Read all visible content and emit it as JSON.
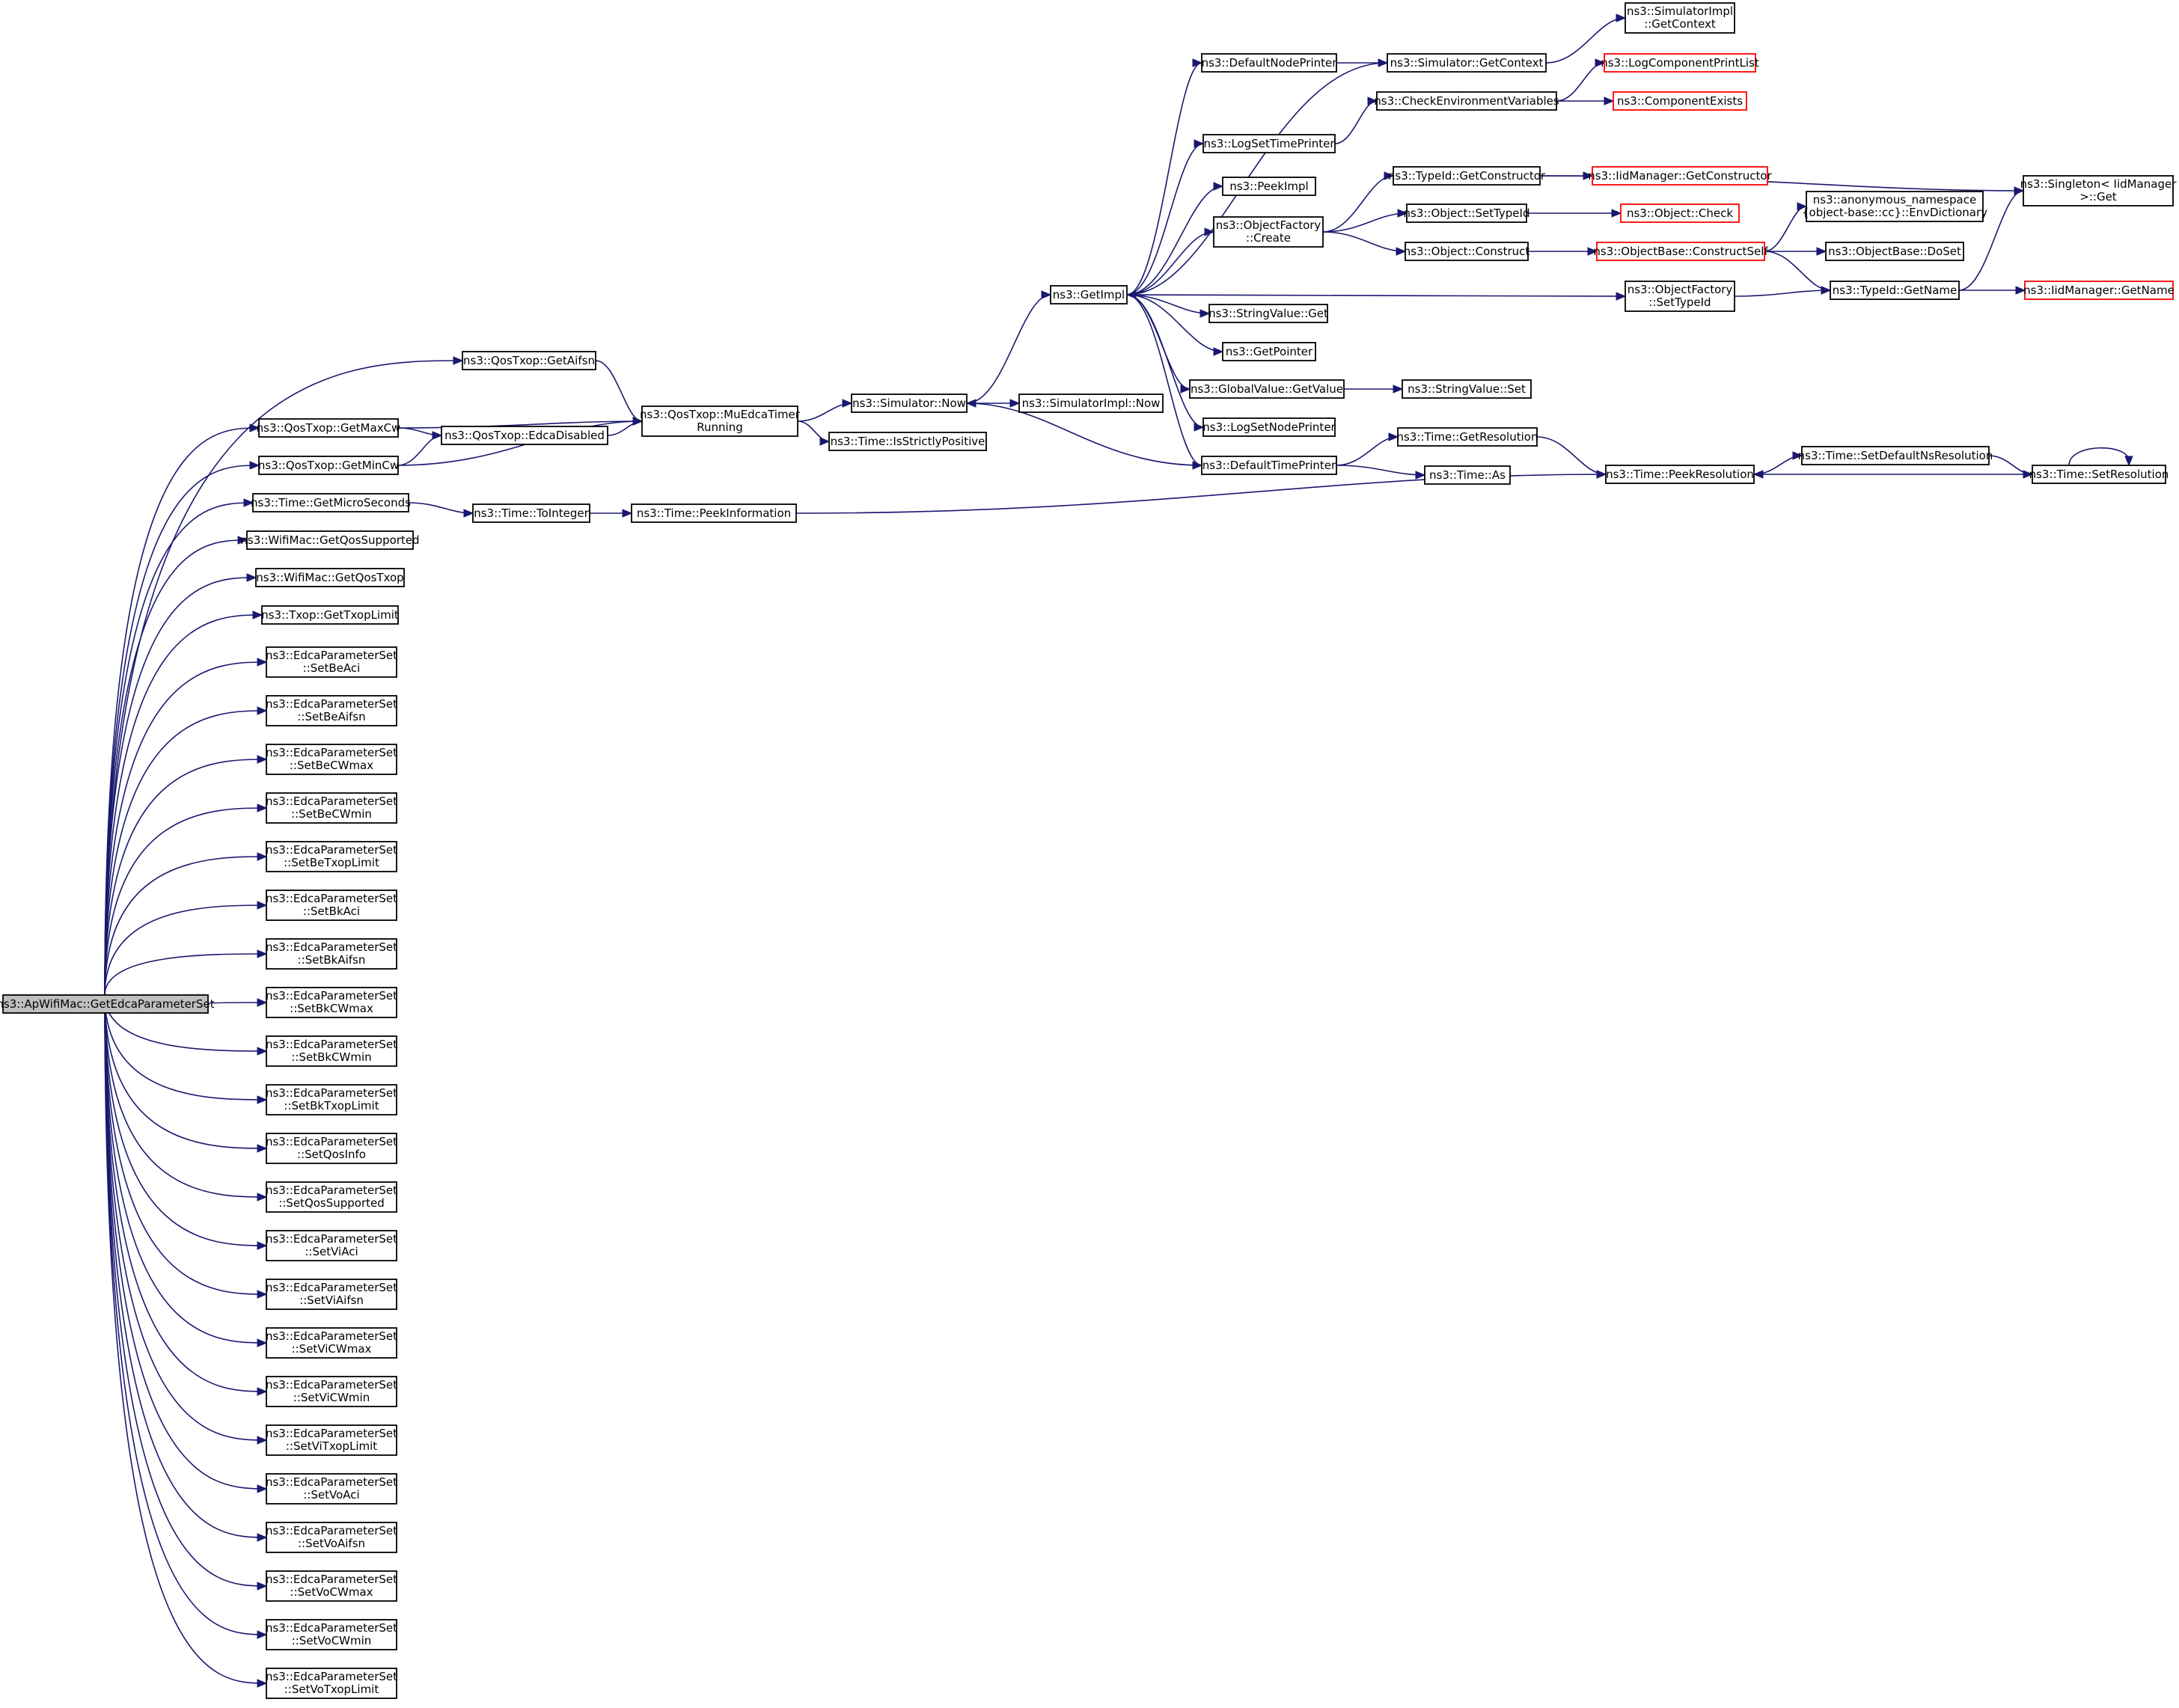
{
  "colors": {
    "edge": "#191970",
    "box_border": "#000000",
    "box_border_external": "#ff0000",
    "root_fill": "#bfbfbf"
  },
  "nodes": {
    "root": {
      "lines": [
        "ns3::ApWifiMac::GetEdcaParameterSet"
      ],
      "style": "root"
    },
    "getAifsn": {
      "lines": [
        "ns3::QosTxop::GetAifsn"
      ]
    },
    "getMaxCw": {
      "lines": [
        "ns3::QosTxop::GetMaxCw"
      ]
    },
    "getMinCw": {
      "lines": [
        "ns3::QosTxop::GetMinCw"
      ]
    },
    "edcaDisabled": {
      "lines": [
        "ns3::QosTxop::EdcaDisabled"
      ]
    },
    "muEdca": {
      "lines": [
        "ns3::QosTxop::MuEdcaTimer",
        "Running"
      ]
    },
    "getMicro": {
      "lines": [
        "ns3::Time::GetMicroSeconds"
      ]
    },
    "toInteger": {
      "lines": [
        "ns3::Time::ToInteger"
      ]
    },
    "peekInfo": {
      "lines": [
        "ns3::Time::PeekInformation"
      ]
    },
    "getQosSupported": {
      "lines": [
        "ns3::WifiMac::GetQosSupported"
      ]
    },
    "getQosTxop": {
      "lines": [
        "ns3::WifiMac::GetQosTxop"
      ]
    },
    "getTxopLimit": {
      "lines": [
        "ns3::Txop::GetTxopLimit"
      ]
    },
    "setBeAci": {
      "lines": [
        "ns3::EdcaParameterSet",
        "::SetBeAci"
      ]
    },
    "setBeAifsn": {
      "lines": [
        "ns3::EdcaParameterSet",
        "::SetBeAifsn"
      ]
    },
    "setBeCWmax": {
      "lines": [
        "ns3::EdcaParameterSet",
        "::SetBeCWmax"
      ]
    },
    "setBeCWmin": {
      "lines": [
        "ns3::EdcaParameterSet",
        "::SetBeCWmin"
      ]
    },
    "setBeTxop": {
      "lines": [
        "ns3::EdcaParameterSet",
        "::SetBeTxopLimit"
      ]
    },
    "setBkAci": {
      "lines": [
        "ns3::EdcaParameterSet",
        "::SetBkAci"
      ]
    },
    "setBkAifsn": {
      "lines": [
        "ns3::EdcaParameterSet",
        "::SetBkAifsn"
      ]
    },
    "setBkCWmax": {
      "lines": [
        "ns3::EdcaParameterSet",
        "::SetBkCWmax"
      ]
    },
    "setBkCWmin": {
      "lines": [
        "ns3::EdcaParameterSet",
        "::SetBkCWmin"
      ]
    },
    "setBkTxop": {
      "lines": [
        "ns3::EdcaParameterSet",
        "::SetBkTxopLimit"
      ]
    },
    "setQosInfo": {
      "lines": [
        "ns3::EdcaParameterSet",
        "::SetQosInfo"
      ]
    },
    "setQosSupp": {
      "lines": [
        "ns3::EdcaParameterSet",
        "::SetQosSupported"
      ]
    },
    "setViAci": {
      "lines": [
        "ns3::EdcaParameterSet",
        "::SetViAci"
      ]
    },
    "setViAifsn": {
      "lines": [
        "ns3::EdcaParameterSet",
        "::SetViAifsn"
      ]
    },
    "setViCWmax": {
      "lines": [
        "ns3::EdcaParameterSet",
        "::SetViCWmax"
      ]
    },
    "setViCWmin": {
      "lines": [
        "ns3::EdcaParameterSet",
        "::SetViCWmin"
      ]
    },
    "setViTxop": {
      "lines": [
        "ns3::EdcaParameterSet",
        "::SetViTxopLimit"
      ]
    },
    "setVoAci": {
      "lines": [
        "ns3::EdcaParameterSet",
        "::SetVoAci"
      ]
    },
    "setVoAifsn": {
      "lines": [
        "ns3::EdcaParameterSet",
        "::SetVoAifsn"
      ]
    },
    "setVoCWmax": {
      "lines": [
        "ns3::EdcaParameterSet",
        "::SetVoCWmax"
      ]
    },
    "setVoCWmin": {
      "lines": [
        "ns3::EdcaParameterSet",
        "::SetVoCWmin"
      ]
    },
    "setVoTxop": {
      "lines": [
        "ns3::EdcaParameterSet",
        "::SetVoTxopLimit"
      ]
    },
    "simNow": {
      "lines": [
        "ns3::Simulator::Now"
      ]
    },
    "isStrictly": {
      "lines": [
        "ns3::Time::IsStrictlyPositive"
      ]
    },
    "simImplNow": {
      "lines": [
        "ns3::SimulatorImpl::Now"
      ]
    },
    "getImpl": {
      "lines": [
        "ns3::GetImpl"
      ]
    },
    "defNodePrinter": {
      "lines": [
        "ns3::DefaultNodePrinter"
      ]
    },
    "logSetTimePrinter": {
      "lines": [
        "ns3::LogSetTimePrinter"
      ]
    },
    "peekImpl": {
      "lines": [
        "ns3::PeekImpl"
      ]
    },
    "objFactoryCreate": {
      "lines": [
        "ns3::ObjectFactory",
        "::Create"
      ]
    },
    "strValueGet": {
      "lines": [
        "ns3::StringValue::Get"
      ]
    },
    "getPointer": {
      "lines": [
        "ns3::GetPointer"
      ]
    },
    "globalGetValue": {
      "lines": [
        "ns3::GlobalValue::GetValue"
      ]
    },
    "logSetNodePrinter": {
      "lines": [
        "ns3::LogSetNodePrinter"
      ]
    },
    "defTimePrinter": {
      "lines": [
        "ns3::DefaultTimePrinter"
      ]
    },
    "simGetContext": {
      "lines": [
        "ns3::Simulator::GetContext"
      ]
    },
    "checkEnv": {
      "lines": [
        "ns3::CheckEnvironmentVariables"
      ]
    },
    "typeIdGetCons": {
      "lines": [
        "ns3::TypeId::GetConstructor"
      ]
    },
    "objSetTypeId": {
      "lines": [
        "ns3::Object::SetTypeId"
      ]
    },
    "objConstruct": {
      "lines": [
        "ns3::Object::Construct"
      ]
    },
    "strValueSet": {
      "lines": [
        "ns3::StringValue::Set"
      ]
    },
    "timeGetRes": {
      "lines": [
        "ns3::Time::GetResolution"
      ]
    },
    "timeAs": {
      "lines": [
        "ns3::Time::As"
      ]
    },
    "simImplGetContext": {
      "lines": [
        "ns3::SimulatorImpl",
        "::GetContext"
      ]
    },
    "logCompPrint": {
      "lines": [
        "ns3::LogComponentPrintList"
      ],
      "style": "red"
    },
    "compExists": {
      "lines": [
        "ns3::ComponentExists"
      ],
      "style": "red"
    },
    "iidGetCons": {
      "lines": [
        "ns3::IidManager::GetConstructor"
      ],
      "style": "red"
    },
    "objCheck": {
      "lines": [
        "ns3::Object::Check"
      ],
      "style": "red"
    },
    "objBaseConstructSelf": {
      "lines": [
        "ns3::ObjectBase::ConstructSelf"
      ],
      "style": "red"
    },
    "objFactorySetTypeId": {
      "lines": [
        "ns3::ObjectFactory",
        "::SetTypeId"
      ]
    },
    "peekRes": {
      "lines": [
        "ns3::Time::PeekResolution"
      ]
    },
    "envDict": {
      "lines": [
        "ns3::anonymous_namespace",
        "{object-base::cc}::EnvDictionary"
      ]
    },
    "objBaseDoSet": {
      "lines": [
        "ns3::ObjectBase::DoSet"
      ]
    },
    "typeIdGetName": {
      "lines": [
        "ns3::TypeId::GetName"
      ]
    },
    "setDefaultNs": {
      "lines": [
        "ns3::Time::SetDefaultNsResolution"
      ]
    },
    "singletonGet": {
      "lines": [
        "ns3::Singleton< IidManager",
        " >::Get"
      ]
    },
    "iidGetName": {
      "lines": [
        "ns3::IidManager::GetName"
      ],
      "style": "red"
    },
    "setRes": {
      "lines": [
        "ns3::Time::SetResolution"
      ]
    }
  },
  "edges": [
    [
      "root",
      "getAifsn"
    ],
    [
      "root",
      "getMaxCw"
    ],
    [
      "root",
      "getMinCw"
    ],
    [
      "root",
      "getMicro"
    ],
    [
      "root",
      "getQosSupported"
    ],
    [
      "root",
      "getQosTxop"
    ],
    [
      "root",
      "getTxopLimit"
    ],
    [
      "root",
      "setBeAci"
    ],
    [
      "root",
      "setBeAifsn"
    ],
    [
      "root",
      "setBeCWmax"
    ],
    [
      "root",
      "setBeCWmin"
    ],
    [
      "root",
      "setBeTxop"
    ],
    [
      "root",
      "setBkAci"
    ],
    [
      "root",
      "setBkAifsn"
    ],
    [
      "root",
      "setBkCWmax"
    ],
    [
      "root",
      "setBkCWmin"
    ],
    [
      "root",
      "setBkTxop"
    ],
    [
      "root",
      "setQosInfo"
    ],
    [
      "root",
      "setQosSupp"
    ],
    [
      "root",
      "setViAci"
    ],
    [
      "root",
      "setViAifsn"
    ],
    [
      "root",
      "setViCWmax"
    ],
    [
      "root",
      "setViCWmin"
    ],
    [
      "root",
      "setViTxop"
    ],
    [
      "root",
      "setVoAci"
    ],
    [
      "root",
      "setVoAifsn"
    ],
    [
      "root",
      "setVoCWmax"
    ],
    [
      "root",
      "setVoCWmin"
    ],
    [
      "root",
      "setVoTxop"
    ],
    [
      "getAifsn",
      "muEdca"
    ],
    [
      "getMaxCw",
      "muEdca"
    ],
    [
      "getMaxCw",
      "edcaDisabled"
    ],
    [
      "getMinCw",
      "edcaDisabled"
    ],
    [
      "getMinCw",
      "muEdca"
    ],
    [
      "edcaDisabled",
      "muEdca"
    ],
    [
      "muEdca",
      "simNow"
    ],
    [
      "muEdca",
      "isStrictly"
    ],
    [
      "getMicro",
      "toInteger"
    ],
    [
      "toInteger",
      "peekInfo"
    ],
    [
      "peekInfo",
      "peekRes"
    ],
    [
      "simNow",
      "getImpl"
    ],
    [
      "simNow",
      "simImplNow"
    ],
    [
      "getImpl",
      "defNodePrinter"
    ],
    [
      "getImpl",
      "logSetTimePrinter"
    ],
    [
      "getImpl",
      "peekImpl"
    ],
    [
      "getImpl",
      "objFactoryCreate"
    ],
    [
      "getImpl",
      "strValueGet"
    ],
    [
      "getImpl",
      "getPointer"
    ],
    [
      "getImpl",
      "globalGetValue"
    ],
    [
      "getImpl",
      "logSetNodePrinter"
    ],
    [
      "getImpl",
      "defTimePrinter"
    ],
    [
      "getImpl",
      "objFactorySetTypeId"
    ],
    [
      "defNodePrinter",
      "simGetContext"
    ],
    [
      "simGetContext",
      "simImplGetContext"
    ],
    [
      "simGetContext",
      "getImpl"
    ],
    [
      "logSetTimePrinter",
      "checkEnv"
    ],
    [
      "checkEnv",
      "logCompPrint"
    ],
    [
      "checkEnv",
      "compExists"
    ],
    [
      "objFactoryCreate",
      "typeIdGetCons"
    ],
    [
      "objFactoryCreate",
      "objSetTypeId"
    ],
    [
      "objFactoryCreate",
      "objConstruct"
    ],
    [
      "typeIdGetCons",
      "iidGetCons"
    ],
    [
      "typeIdGetCons",
      "singletonGet"
    ],
    [
      "objSetTypeId",
      "objCheck"
    ],
    [
      "objConstruct",
      "objBaseConstructSelf"
    ],
    [
      "objBaseConstructSelf",
      "envDict"
    ],
    [
      "objBaseConstructSelf",
      "objBaseDoSet"
    ],
    [
      "objBaseConstructSelf",
      "typeIdGetName"
    ],
    [
      "objFactorySetTypeId",
      "typeIdGetName"
    ],
    [
      "typeIdGetName",
      "singletonGet"
    ],
    [
      "typeIdGetName",
      "iidGetName"
    ],
    [
      "globalGetValue",
      "strValueSet"
    ],
    [
      "defTimePrinter",
      "timeGetRes"
    ],
    [
      "defTimePrinter",
      "timeAs"
    ],
    [
      "defTimePrinter",
      "simNow"
    ],
    [
      "timeGetRes",
      "peekRes"
    ],
    [
      "peekRes",
      "setDefaultNs"
    ],
    [
      "setDefaultNs",
      "setRes"
    ],
    [
      "setRes",
      "peekRes"
    ],
    [
      "setRes",
      "setRes"
    ]
  ]
}
